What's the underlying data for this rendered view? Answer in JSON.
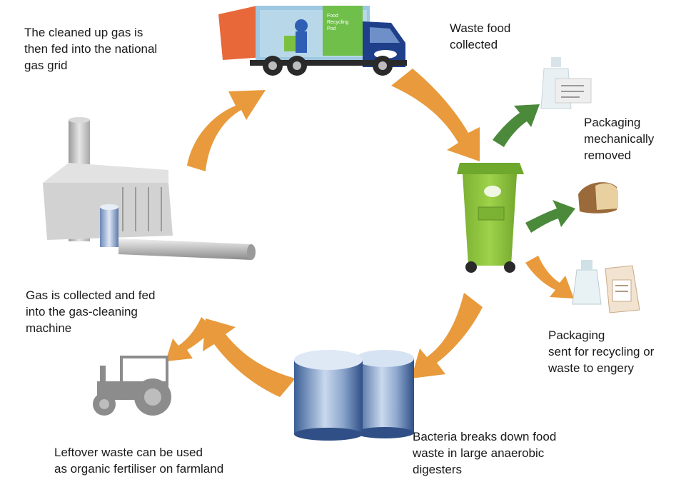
{
  "labels": {
    "gas_grid": [
      "The cleaned up gas is",
      "then fed into the national",
      "gas grid"
    ],
    "waste_collected": [
      "Waste food",
      "collected"
    ],
    "packaging_removed": [
      "Packaging",
      "mechanically",
      "removed"
    ],
    "packaging_recycled": [
      "Packaging",
      "sent for recycling or",
      "waste to engery"
    ],
    "bacteria": [
      "Bacteria breaks down food",
      "waste in large anaerobic",
      "digesters"
    ],
    "fertiliser": [
      "Leftover waste can be used",
      "as organic fertiliser on farmland"
    ],
    "gas_collected": [
      "Gas is collected and fed",
      "into the gas-cleaning",
      "machine"
    ]
  },
  "truck": {
    "panel_text": [
      "Food",
      "Recycling",
      "Pod"
    ]
  },
  "colors": {
    "cycle_arrow": "#e89a3c",
    "green_arrow": "#4a8a3a",
    "bin": "#8fc43c",
    "truck_cab": "#1f3f8a",
    "truck_body": "#e8683a",
    "tank": "#6b8fbf",
    "factory": "#c8c8c8",
    "tractor": "#8c8c8c"
  },
  "icons": [
    "truck-icon",
    "bin-icon",
    "factory-icon",
    "digester-tanks-icon",
    "tractor-icon",
    "bottle-icon",
    "bread-icon",
    "carton-icon"
  ]
}
